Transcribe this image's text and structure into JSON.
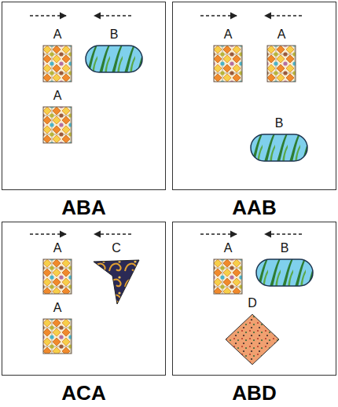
{
  "diagram": {
    "nodes": [
      {
        "text": [
          "ABA"
        ]
      },
      {
        "text": [
          "A"
        ],
        "in": 0
      },
      {
        "text": [
          "B"
        ],
        "in": 0
      },
      {
        "text": [
          "A"
        ],
        "in": 0
      },
      {
        "text": [
          "AAB"
        ]
      },
      {
        "text": [
          "A"
        ],
        "in": 4
      },
      {
        "text": [
          "A"
        ],
        "in": 4
      },
      {
        "text": [
          "B"
        ],
        "in": 4
      },
      {
        "text": [
          "ACA"
        ]
      },
      {
        "text": [
          "A"
        ],
        "in": 8
      },
      {
        "text": [
          "C"
        ],
        "in": 8
      },
      {
        "text": [
          "A"
        ],
        "in": 8
      },
      {
        "text": [
          "ABD"
        ]
      },
      {
        "text": [
          "A"
        ],
        "in": 12
      },
      {
        "text": [
          "B"
        ],
        "in": 12
      },
      {
        "text": [
          "D"
        ],
        "in": 12
      }
    ]
  }
}
